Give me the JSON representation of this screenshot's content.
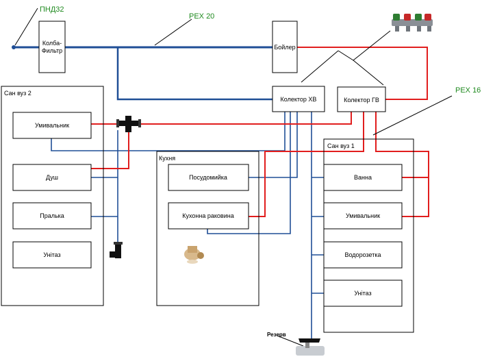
{
  "labels": {
    "pnd32": "ПНД32",
    "pex20": "PEX 20",
    "pex16": "PEX 16",
    "reserve": "Резерв"
  },
  "devices": {
    "filter_line1": "Колба-",
    "filter_line2": "Фильтр",
    "boiler": "Бойлер",
    "collector_cold": "Колектор ХВ",
    "collector_hot": "Колектор ГВ"
  },
  "rooms": {
    "bathroom2": {
      "title": "Сан вуз 2",
      "items": [
        "Умивальник",
        "Душ",
        "Пралька",
        "Унітаз"
      ]
    },
    "kitchen": {
      "title": "Кухня",
      "items": [
        "Посудомийка",
        "Кухонна раковина"
      ]
    },
    "bathroom1": {
      "title": "Сан вуз 1",
      "items": [
        "Ванна",
        "Умивальник",
        "Водорозетка",
        "Унітаз"
      ]
    }
  },
  "colors": {
    "cold_pipe": "#1f4e96",
    "hot_pipe": "#e11d1d",
    "label_green": "#1f8a1f"
  }
}
